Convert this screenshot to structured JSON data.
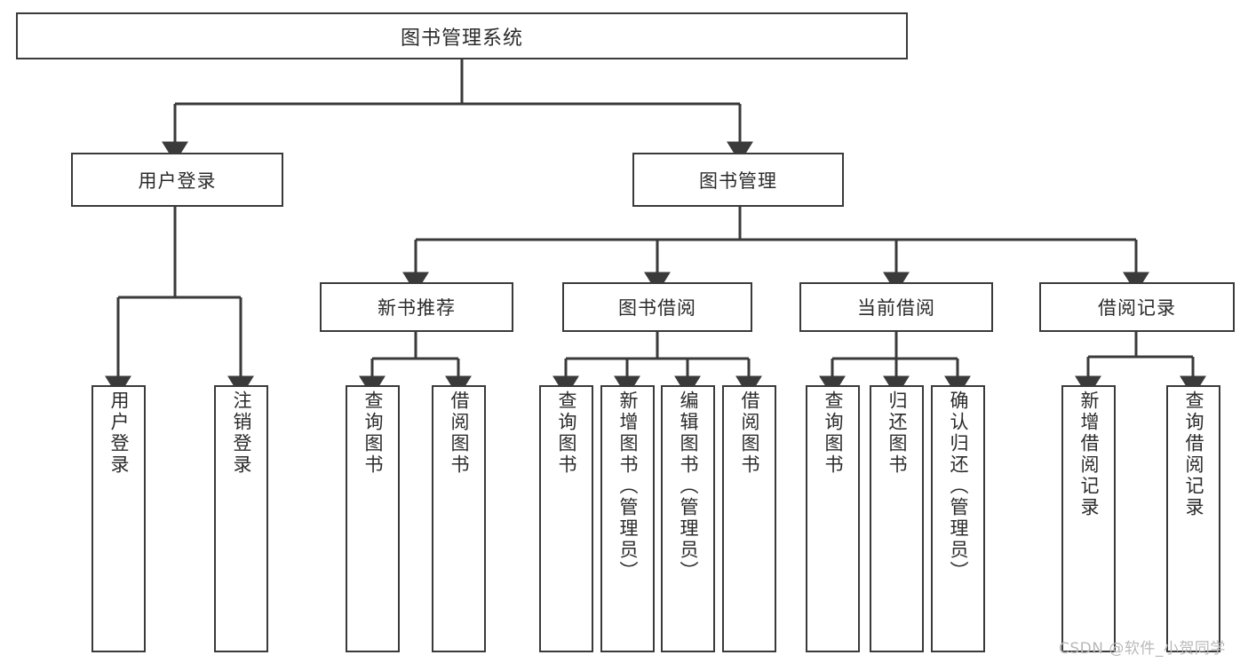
{
  "diagram": {
    "title": "图书管理系统",
    "type": "function-structure-tree",
    "root": {
      "label": "图书管理系统"
    },
    "level1": [
      {
        "label": "用户登录"
      },
      {
        "label": "图书管理"
      }
    ],
    "level2": [
      {
        "label": "新书推荐"
      },
      {
        "label": "图书借阅"
      },
      {
        "label": "当前借阅"
      },
      {
        "label": "借阅记录"
      }
    ],
    "leaves": {
      "user_login": [
        {
          "label": "用户登录"
        },
        {
          "label": "注销登录"
        }
      ],
      "new_book_recommend": [
        {
          "label": "查询图书"
        },
        {
          "label": "借阅图书"
        }
      ],
      "book_borrow": [
        {
          "label": "查询图书"
        },
        {
          "label": "新增图书（管理员）"
        },
        {
          "label": "编辑图书（管理员）"
        },
        {
          "label": "借阅图书"
        }
      ],
      "current_borrow": [
        {
          "label": "查询图书"
        },
        {
          "label": "归还图书"
        },
        {
          "label": "确认归还（管理员）"
        }
      ],
      "borrow_record": [
        {
          "label": "新增借阅记录"
        },
        {
          "label": "查询借阅记录"
        }
      ]
    }
  },
  "watermark": {
    "text": "CSDN @软件_小贺同学"
  },
  "colors": {
    "stroke": "#3a3a3a",
    "text": "#2b2b2b",
    "background": "#ffffff",
    "watermark": "#b9b9b9"
  }
}
